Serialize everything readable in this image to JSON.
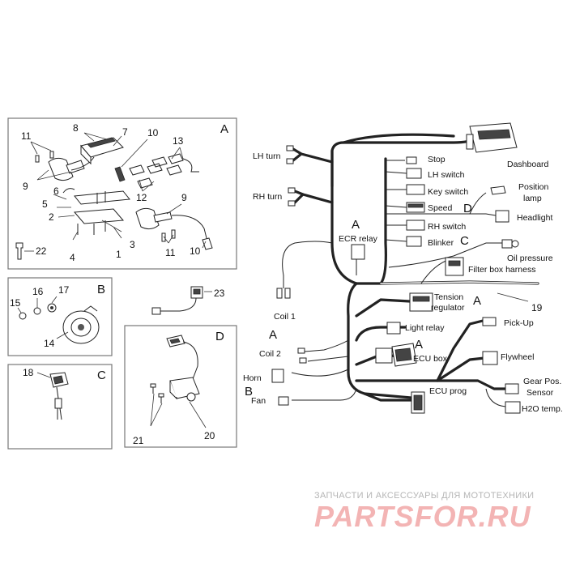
{
  "panels": {
    "A": {
      "letter": "A",
      "numbers": [
        "11",
        "8",
        "7",
        "10",
        "13",
        "9",
        "6",
        "5",
        "12",
        "2",
        "9",
        "3",
        "1",
        "4",
        "11",
        "10",
        "22"
      ]
    },
    "B": {
      "letter": "B",
      "numbers": [
        "15",
        "16",
        "17",
        "14"
      ]
    },
    "C": {
      "letter": "C",
      "numbers": [
        "18"
      ]
    },
    "D": {
      "letter": "D",
      "numbers": [
        "21",
        "20"
      ]
    },
    "loose": {
      "numbers": [
        "23"
      ]
    }
  },
  "harness": {
    "labels": {
      "lh_turn": "LH turn",
      "rh_turn": "RH turn",
      "coil1": "Coil 1",
      "coil2": "Coil 2",
      "horn": "Horn",
      "fan": "Fan",
      "dashboard": "Dashboard",
      "stop": "Stop",
      "lh_switch": "LH switch",
      "key_switch": "Key switch",
      "speed": "Speed",
      "rh_switch": "RH switch",
      "blinker": "Blinker",
      "ecr_relay": "ECR relay",
      "position_lamp_1": "Position",
      "position_lamp_2": "lamp",
      "headlight": "Headlight",
      "oil_pressure": "Oil pressure",
      "filter_box_harness": "Filter box harness",
      "tension_regulator_1": "Tension",
      "tension_regulator_2": "regulator",
      "light_relay": "Light relay",
      "ecu_box": "ECU box",
      "pick_up": "Pick-Up",
      "flywheel": "Flywheel",
      "gear_pos_1": "Gear Pos.",
      "gear_pos_2": "Sensor",
      "h2o_temp": "H2O temp.",
      "ecu_prog": "ECU prog"
    },
    "refs": {
      "ecr_relay": "A",
      "coil2": "A",
      "horn": "B",
      "speed": "D",
      "blinker": "C",
      "tension_regulator": "A",
      "ecu_box": "A",
      "harness_number": "19"
    }
  },
  "watermark": {
    "line1": "ЗАПЧАСТИ И АКСЕССУАРЫ ДЛЯ МОТОТЕХНИКИ",
    "line2": "PARTSFOR.RU"
  },
  "colors": {
    "line": "#222222",
    "panel_border": "#777777",
    "watermark_red": "#f3b4b4",
    "watermark_gray": "#b5b5b5"
  }
}
